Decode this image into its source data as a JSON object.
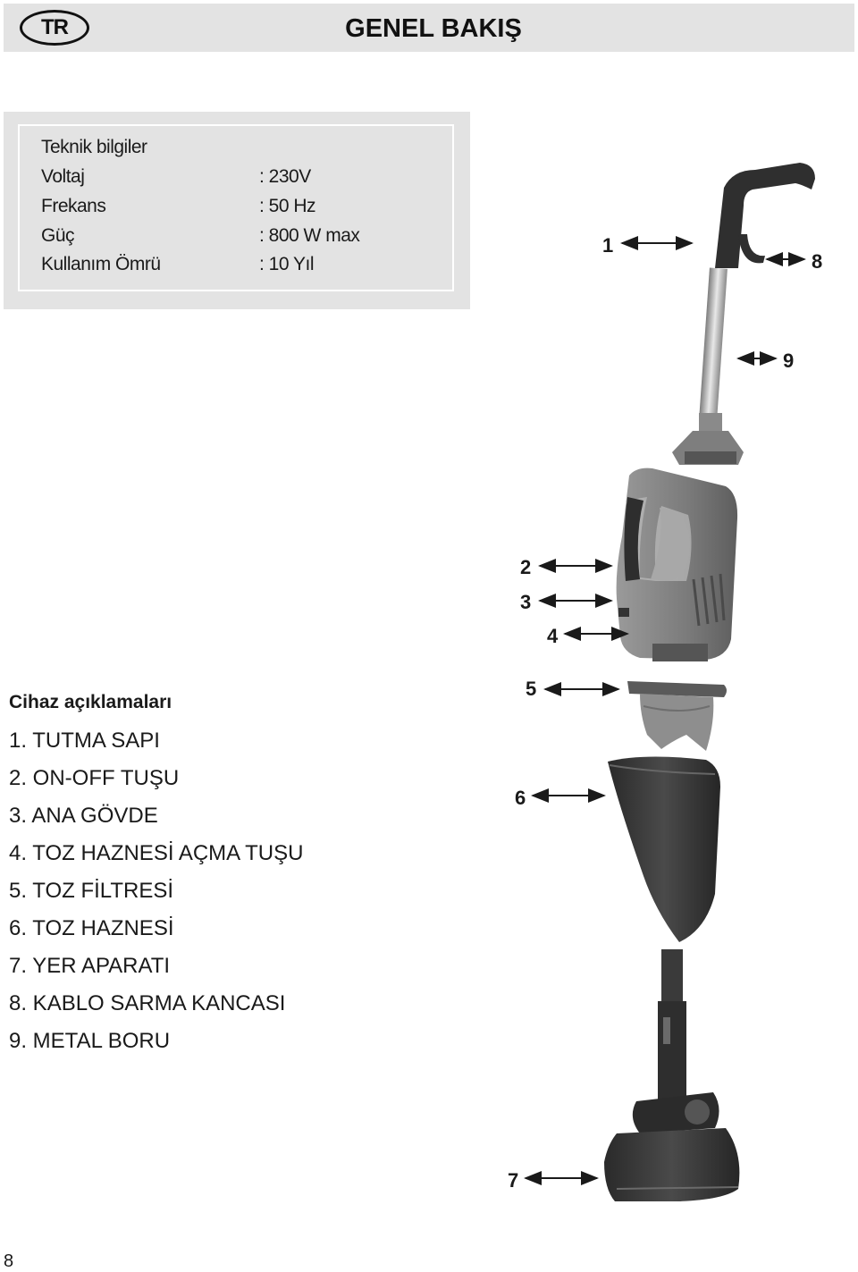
{
  "header": {
    "language_badge": "TR",
    "title": "GENEL BAKIŞ"
  },
  "specs": {
    "heading": "Teknik bilgiler",
    "rows": [
      {
        "label": "Voltaj",
        "value": ": 230V"
      },
      {
        "label": "Frekans",
        "value": ": 50 Hz"
      },
      {
        "label": "Güç",
        "value": ": 800 W max"
      },
      {
        "label": "Kullanım Ömrü",
        "value": ": 10 Yıl"
      }
    ]
  },
  "description": {
    "heading": "Cihaz açıklamaları",
    "items": [
      "1. TUTMA SAPI",
      "2. ON-OFF TUŞU",
      "3. ANA GÖVDE",
      "4. TOZ HAZNESİ AÇMA TUŞU",
      "5. TOZ FİLTRESİ",
      "6. TOZ HAZNESİ",
      "7. YER APARATI",
      "8. KABLO SARMA KANCASI",
      "9. METAL BORU"
    ]
  },
  "diagram": {
    "callouts": [
      "1",
      "8",
      "9",
      "2",
      "3",
      "4",
      "5",
      "6",
      "7"
    ]
  },
  "footer": {
    "page_number": "8"
  },
  "colors": {
    "header_bg": "#e3e3e3",
    "device_grey": "#8a8a8a",
    "device_dark": "#3a3a3a"
  }
}
